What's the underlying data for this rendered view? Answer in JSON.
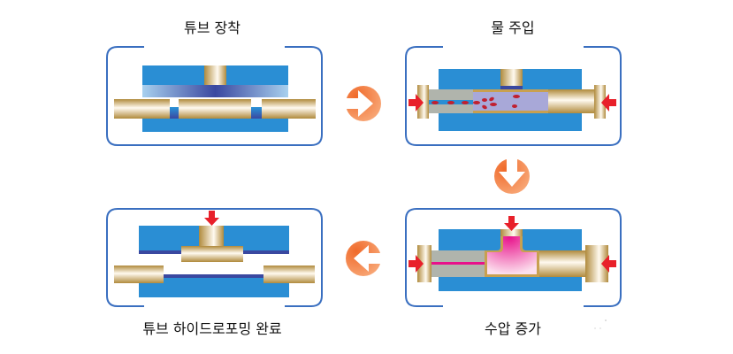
{
  "steps": [
    {
      "id": "tube-mounting",
      "label": "튜브 장착"
    },
    {
      "id": "water-injection",
      "label": "물 주입"
    },
    {
      "id": "pressure-increase",
      "label": "수압 증가"
    },
    {
      "id": "hydroforming-complete",
      "label": "튜브 하이드로포밍 완료"
    }
  ],
  "flow": [
    "tube-mounting",
    "water-injection",
    "pressure-increase",
    "hydroforming-complete"
  ],
  "arrows": [
    {
      "from": "tube-mounting",
      "to": "water-injection",
      "direction": "right"
    },
    {
      "from": "water-injection",
      "to": "pressure-increase",
      "direction": "down"
    },
    {
      "from": "pressure-increase",
      "to": "hydroforming-complete",
      "direction": "left"
    }
  ],
  "colors": {
    "frame": "#3a6fc0",
    "die": "#2a8ed4",
    "tube": "#c8a050",
    "flow_arrow": "#f08040",
    "force_arrow": "#e8202a",
    "water": "#c02030",
    "water_fill": "#a8a8d8",
    "pressure": "#e8108a"
  }
}
